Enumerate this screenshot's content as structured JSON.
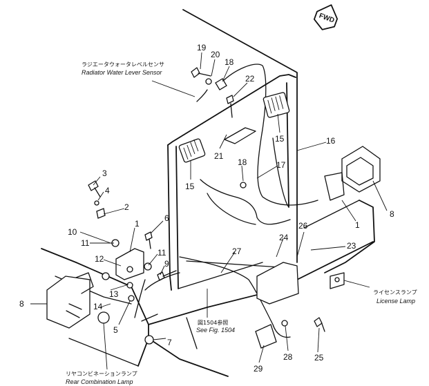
{
  "fwd": "FWD",
  "labels": {
    "radiator_jp": "ラジエータウォータレベルセンサ",
    "radiator_en": "Radiator Water Lever Sensor",
    "license_jp": "ライセンスランプ",
    "license_en": "License Lamp",
    "see_fig_jp": "図1504参照",
    "see_fig_en": "See Fig. 1504",
    "rear_jp": "リヤコンビネーションランプ",
    "rear_en": "Rear Combination Lamp"
  },
  "callouts": [
    "19",
    "20",
    "18",
    "22",
    "21",
    "15",
    "15",
    "16",
    "17",
    "18",
    "3",
    "4",
    "2",
    "6",
    "1",
    "10",
    "11",
    "12",
    "11",
    "9",
    "13",
    "14",
    "5",
    "7",
    "8",
    "8",
    "27",
    "24",
    "26",
    "23",
    "1",
    "25",
    "28",
    "29"
  ]
}
